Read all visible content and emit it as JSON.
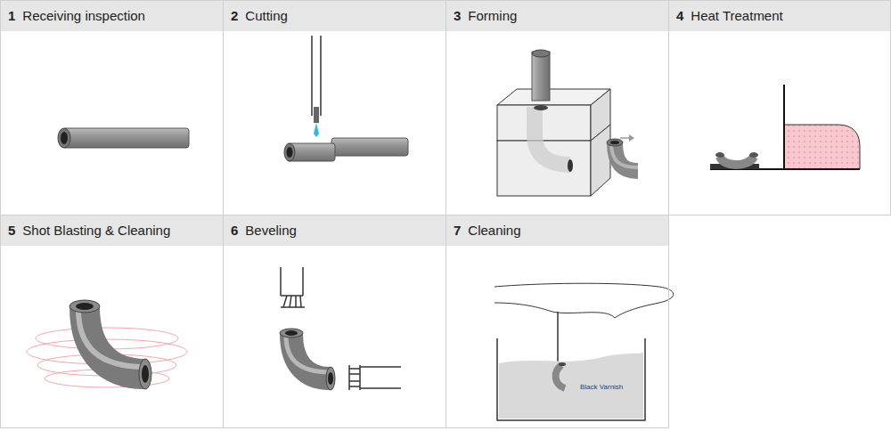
{
  "diagram": {
    "nodes": [
      {
        "text": [
          "1",
          "Receiving inspection"
        ]
      },
      {
        "text": [
          "2",
          "Cutting"
        ]
      },
      {
        "text": [
          "3",
          "Forming"
        ]
      },
      {
        "text": [
          "4",
          "Heat Treatment"
        ]
      },
      {
        "text": [
          "5",
          "Shot Blasting & Cleaning"
        ]
      },
      {
        "text": [
          "6",
          "Beveling"
        ]
      },
      {
        "text": [
          "7",
          "Cleaning"
        ]
      }
    ],
    "labels": [
      "Black Varnish"
    ]
  }
}
